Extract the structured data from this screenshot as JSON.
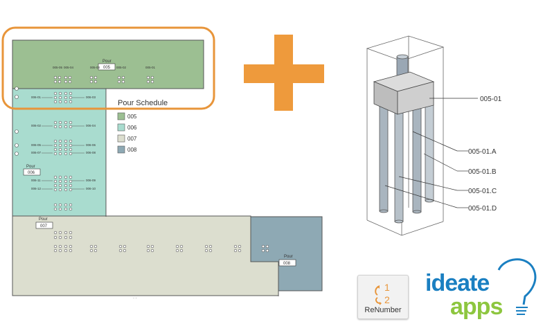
{
  "plan": {
    "pour_label": "Pour",
    "legend_title": "Pour Schedule",
    "zones": [
      {
        "id": "005",
        "color": "#9cbf92"
      },
      {
        "id": "006",
        "color": "#a9dccf"
      },
      {
        "id": "007",
        "color": "#dcdecf"
      },
      {
        "id": "008",
        "color": "#8ea9b4"
      }
    ],
    "tags_005": [
      "005-05",
      "005-04",
      "005-03",
      "005-02",
      "005-01"
    ],
    "tags_006": [
      "006-01",
      "006-03",
      "006-02",
      "006-04",
      "006-05",
      "006-06",
      "006-07",
      "006-08",
      "006-11",
      "006-09",
      "006-12",
      "006-10"
    ],
    "highlight_color": "#e8953a"
  },
  "plus": {
    "color": "#ee9a3c"
  },
  "model": {
    "labels": [
      "005-01",
      "005-01.A",
      "005-01.B",
      "005-01.C",
      "005-01.D"
    ]
  },
  "renumber": {
    "label": "ReNumber",
    "icon_top": "1",
    "icon_bottom": "2"
  },
  "brand": {
    "word1": "ideate",
    "word2": "apps",
    "color1": "#1a7fc1",
    "color2": "#8dc63f"
  }
}
